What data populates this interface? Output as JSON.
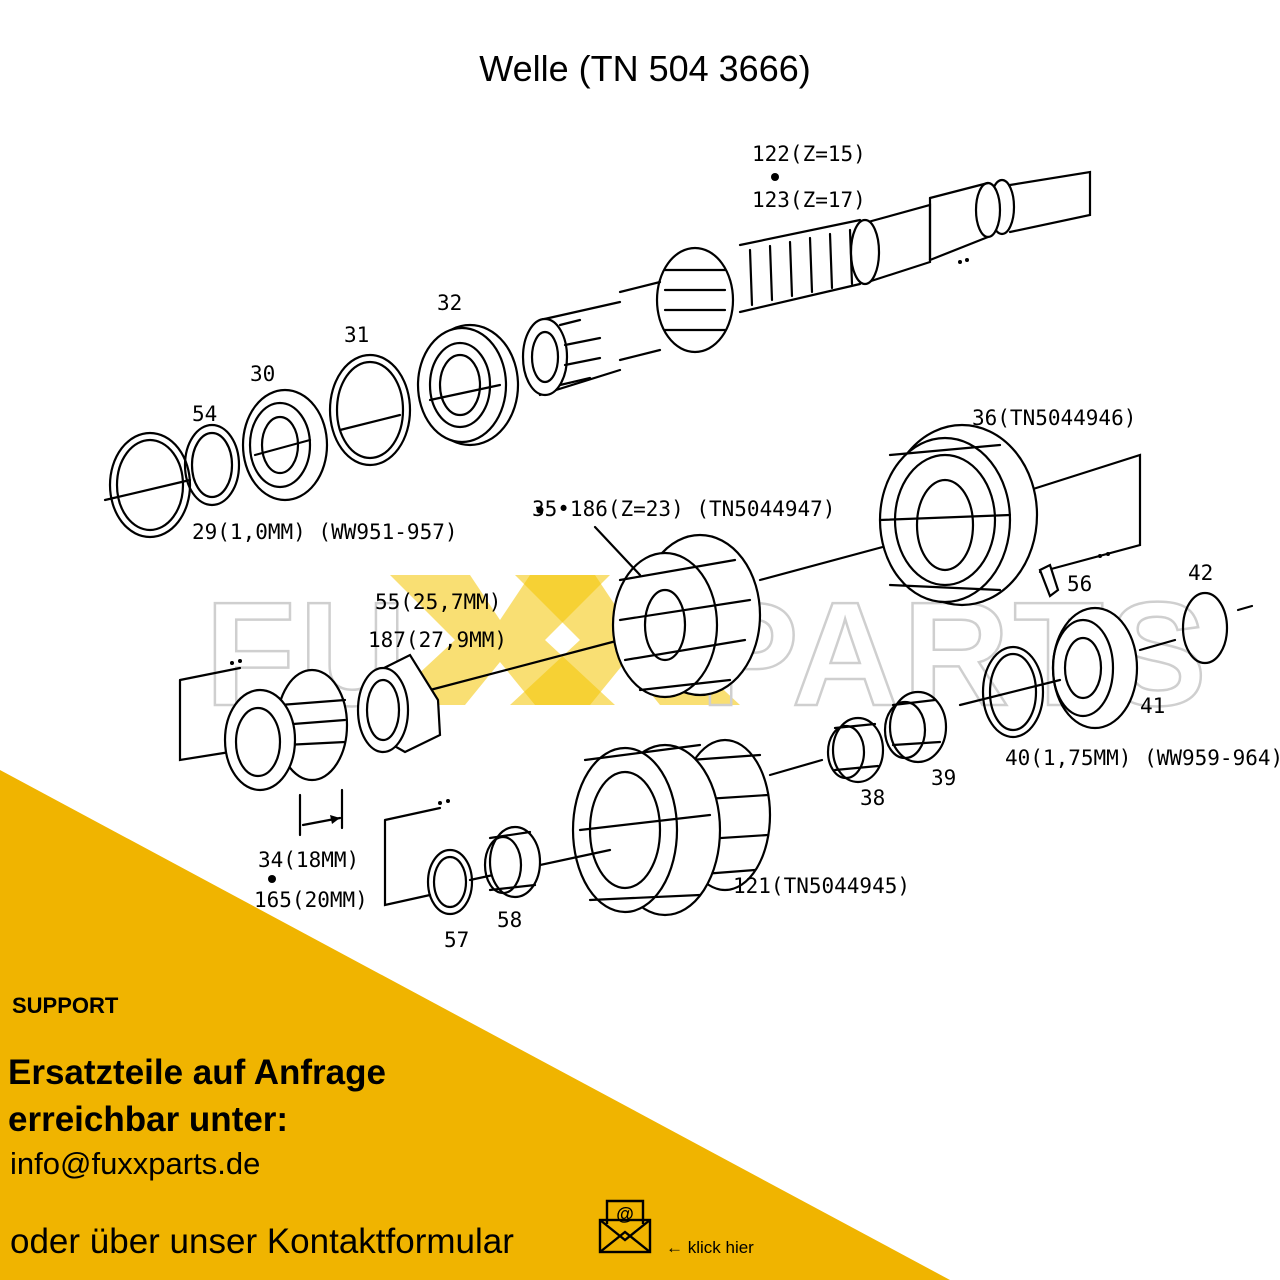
{
  "title": "Welle (TN 504 3666)",
  "watermark": "FUXXPARTS",
  "labels": {
    "l122": "122(Z=15)",
    "l123": "123(Z=17)",
    "l32": "32",
    "l31": "31",
    "l30": "30",
    "l54": "54",
    "l29": "29(1,0MM) (WW951-957)",
    "l36": "36(TN5044946)",
    "l35": "35•186(Z=23) (TN5044947)",
    "l55": "55(25,7MM)",
    "l187": "187(27,9MM)",
    "l56": "56",
    "l42": "42",
    "l41": "41",
    "l40": "40(1,75MM) (WW959-964)",
    "l39": "39",
    "l38": "38",
    "l121": "121(TN5044945)",
    "l34": "34(18MM)",
    "l165": "165(20MM)",
    "l57": "57",
    "l58": "58"
  },
  "support": {
    "heading": "SUPPORT",
    "line1": "Ersatzteile auf Anfrage",
    "line2": "erreichbar unter:",
    "email": "info@fuxxparts.de",
    "form_text": "oder über unser Kontaktformular",
    "click_here": "← klick hier"
  },
  "colors": {
    "accent_yellow": "#f0b400",
    "line": "#000000"
  },
  "icons": {
    "mail": "envelope-at-icon"
  }
}
